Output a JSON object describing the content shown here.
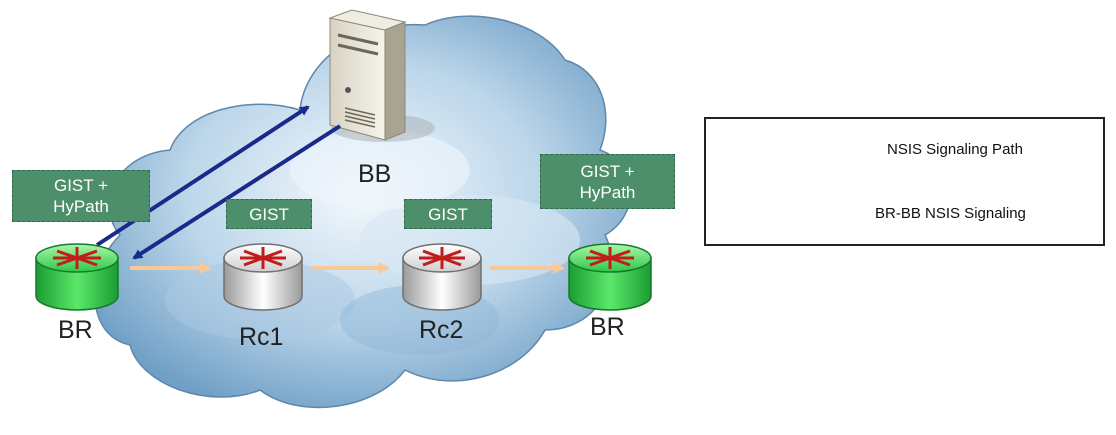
{
  "nodes": {
    "bb": "BB",
    "br_left": "BR",
    "rc1": "Rc1",
    "rc2": "Rc2",
    "br_right": "BR"
  },
  "tags": {
    "left_line1": "GIST +",
    "left_line2": "HyPath",
    "rc1": "GIST",
    "rc2": "GIST",
    "right_line1": "GIST +",
    "right_line2": "HyPath"
  },
  "legend": {
    "nsis_path": "NSIS Signaling Path",
    "br_bb": "BR-BB NSIS Signaling"
  },
  "colors": {
    "nsis_path": "#f8c898",
    "br_bb": "#1a2a8a",
    "tag_bg": "#4e8f6b",
    "edge_router": "#33cc55",
    "core_router": "#f0f0f0"
  }
}
